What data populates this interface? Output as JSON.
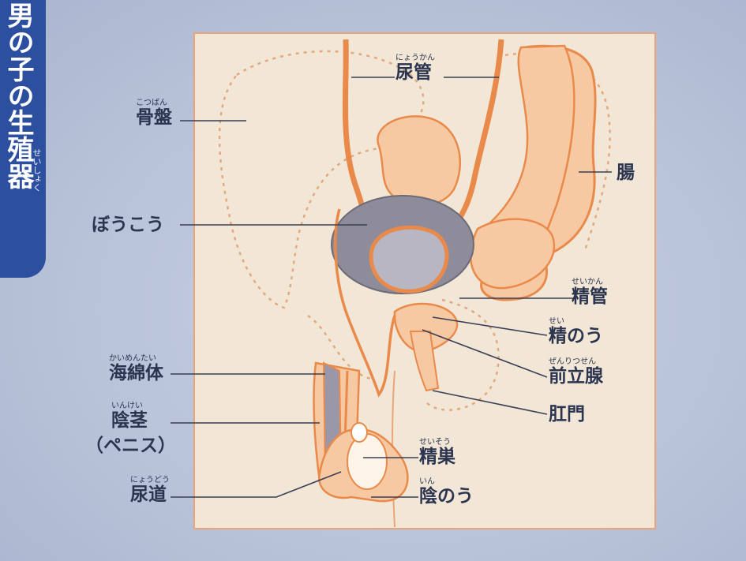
{
  "title": {
    "text": "男の子の生殖器",
    "ruby": "せいしょく"
  },
  "labels": {
    "nyokan": {
      "text": "尿管",
      "ruby": "にょうかん"
    },
    "kotsuban": {
      "text": "骨盤",
      "ruby": "こつばん"
    },
    "chou": {
      "text": "腸",
      "ruby": ""
    },
    "boukou": {
      "text": "ぼうこう",
      "ruby": ""
    },
    "seikan": {
      "text": "精管",
      "ruby": "せいかん"
    },
    "seinou": {
      "text": "精のう",
      "ruby": "せい"
    },
    "zenritsusen": {
      "text": "前立腺",
      "ruby": "ぜんりつせん"
    },
    "koumon": {
      "text": "肛門",
      "ruby": ""
    },
    "kaimentai": {
      "text": "海綿体",
      "ruby": "かいめんたい"
    },
    "inkei": {
      "text": "陰茎",
      "ruby": "いんけい"
    },
    "penis": {
      "text": "（ペニス）",
      "ruby": ""
    },
    "seisou": {
      "text": "精巣",
      "ruby": "せいそう"
    },
    "nyoudou": {
      "text": "尿道",
      "ruby": "にょうどう"
    },
    "innou": {
      "text": "陰のう",
      "ruby": "いん"
    }
  },
  "colors": {
    "tab": "#2d4f9f",
    "organ_fill": "#f6c9a3",
    "organ_stroke": "#e98a4a",
    "bladder": "#8e8c9a",
    "panel": "#f2e6d6"
  }
}
